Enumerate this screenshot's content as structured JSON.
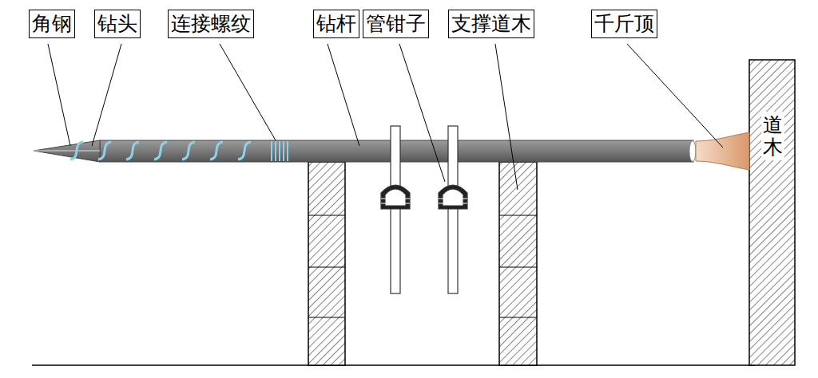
{
  "diagram": {
    "nodes": [
      {
        "text": [
          "角钢"
        ]
      },
      {
        "text": [
          "钻头"
        ]
      },
      {
        "text": [
          "连接螺纹"
        ]
      },
      {
        "text": [
          "钻杆"
        ]
      },
      {
        "text": [
          "管钳子"
        ]
      },
      {
        "text": [
          "支撑道木"
        ]
      },
      {
        "text": [
          "千斤顶"
        ]
      }
    ],
    "edges": [],
    "labels": [
      "道木"
    ]
  }
}
